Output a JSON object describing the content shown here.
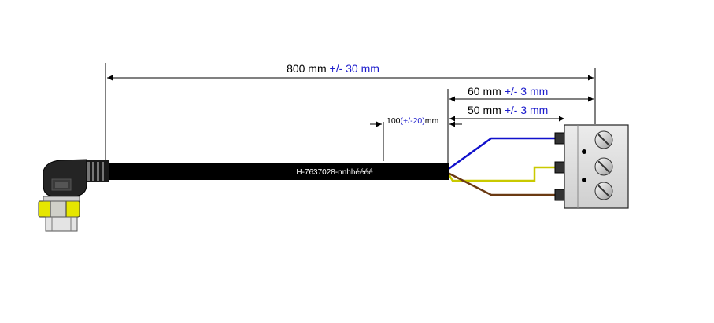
{
  "dimensions": {
    "overall": {
      "value": "800 mm",
      "tolerance": "+/- 30 mm"
    },
    "wire_long": {
      "value": "60 mm",
      "tolerance": "+/- 3 mm"
    },
    "wire_short": {
      "value": "50 mm",
      "tolerance": "+/- 3 mm"
    },
    "strip": {
      "value": "100",
      "tolerance": "(+/-20)",
      "unit": "mm"
    }
  },
  "cable": {
    "marking": "H-7637028-nnhhéééé"
  },
  "wires": [
    {
      "color_name": "blue",
      "color": "#1010cc"
    },
    {
      "color_name": "yellow-green",
      "color": "#c9c900"
    },
    {
      "color_name": "brown",
      "color": "#6b3a12"
    }
  ],
  "colors": {
    "tolerance": "#1a1acc",
    "cable": "#000000",
    "connector_clip": "#e6e600"
  }
}
